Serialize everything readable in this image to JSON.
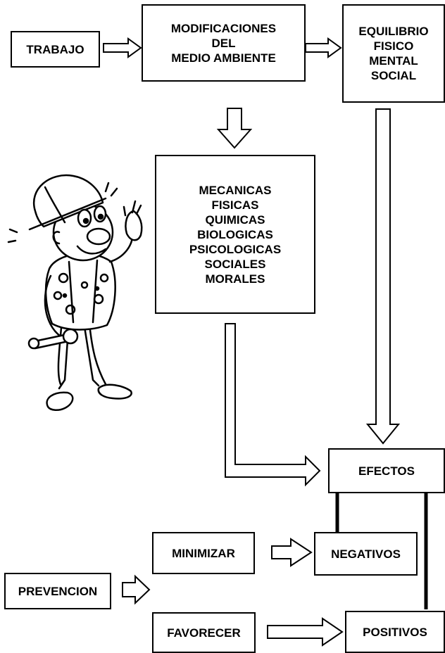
{
  "boxes": {
    "trabajo": "TRABAJO",
    "modificaciones": "MODIFICACIONES\nDEL\nMEDIO AMBIENTE",
    "equilibrio": "EQUILIBRIO\nFISICO\nMENTAL\nSOCIAL",
    "tipos": "MECANICAS\nFISICAS\nQUIMICAS\nBIOLOGICAS\nPSICOLOGICAS\nSOCIALES\nMORALES",
    "efectos": "EFECTOS",
    "negativos": "NEGATIVOS",
    "positivos": "POSITIVOS",
    "minimizar": "MINIMIZAR",
    "favorecer": "FAVORECER",
    "prevencion": "PREVENCION"
  },
  "illustration": "worker-cartoon-icon"
}
